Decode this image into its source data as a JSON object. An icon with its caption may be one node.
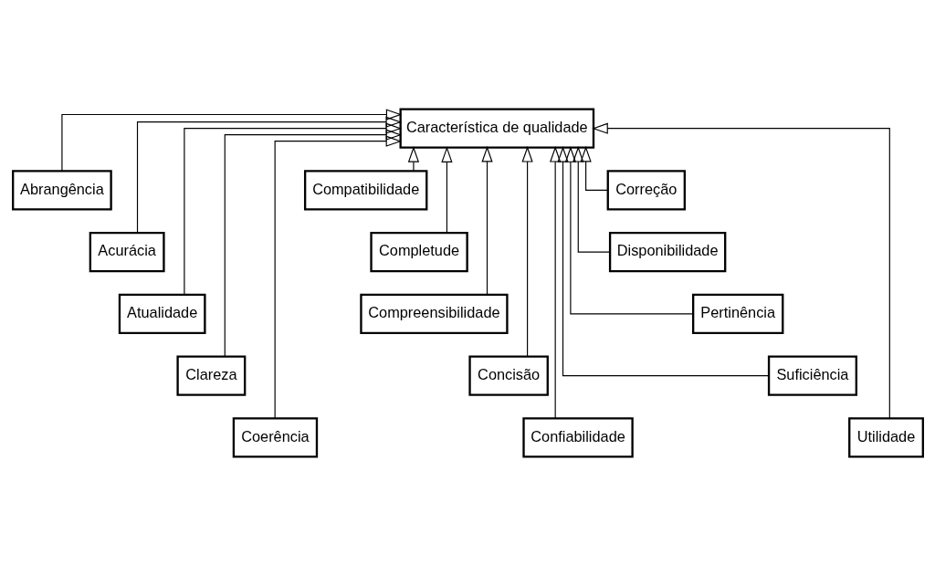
{
  "diagram": {
    "nodes": [
      {
        "text": [
          "Característica de qualidade"
        ]
      },
      {
        "text": [
          "Abrangência"
        ]
      },
      {
        "text": [
          "Acurácia"
        ]
      },
      {
        "text": [
          "Atualidade"
        ]
      },
      {
        "text": [
          "Clareza"
        ]
      },
      {
        "text": [
          "Coerência"
        ]
      },
      {
        "text": [
          "Compatibilidade"
        ]
      },
      {
        "text": [
          "Completude"
        ]
      },
      {
        "text": [
          "Compreensibilidade"
        ]
      },
      {
        "text": [
          "Concisão"
        ]
      },
      {
        "text": [
          "Confiabilidade"
        ]
      },
      {
        "text": [
          "Correção"
        ]
      },
      {
        "text": [
          "Disponibilidade"
        ]
      },
      {
        "text": [
          "Pertinência"
        ]
      },
      {
        "text": [
          "Suficiência"
        ]
      },
      {
        "text": [
          "Utilidade"
        ]
      }
    ],
    "edges": [
      {
        "from": 1,
        "to": 0,
        "arrow": "to"
      },
      {
        "from": 2,
        "to": 0,
        "arrow": "to"
      },
      {
        "from": 3,
        "to": 0,
        "arrow": "to"
      },
      {
        "from": 4,
        "to": 0,
        "arrow": "to"
      },
      {
        "from": 5,
        "to": 0,
        "arrow": "to"
      },
      {
        "from": 6,
        "to": 0,
        "arrow": "to"
      },
      {
        "from": 7,
        "to": 0,
        "arrow": "to"
      },
      {
        "from": 8,
        "to": 0,
        "arrow": "to"
      },
      {
        "from": 9,
        "to": 0,
        "arrow": "to"
      },
      {
        "from": 10,
        "to": 0,
        "arrow": "to"
      },
      {
        "from": 11,
        "to": 0,
        "arrow": "to"
      },
      {
        "from": 12,
        "to": 0,
        "arrow": "to"
      },
      {
        "from": 13,
        "to": 0,
        "arrow": "to"
      },
      {
        "from": 14,
        "to": 0,
        "arrow": "to"
      },
      {
        "from": 15,
        "to": 0,
        "arrow": "to"
      }
    ]
  }
}
